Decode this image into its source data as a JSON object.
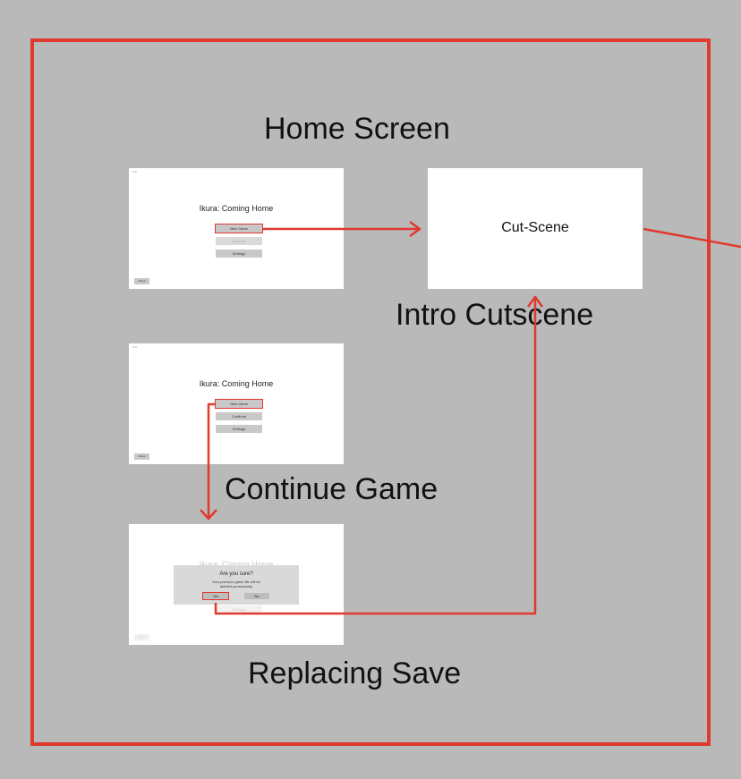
{
  "headings": {
    "home": "Home Screen",
    "intro": "Intro Cutscene",
    "continue": "Continue Game",
    "replace": "Replacing Save"
  },
  "screens": {
    "home": {
      "title": "Ikura: Coming Home",
      "buttons": [
        "New Game",
        "Continue",
        "Settings"
      ],
      "about": "About"
    },
    "cutscene": {
      "label": "Cut-Scene"
    },
    "continue": {
      "title": "Ikura: Coming Home",
      "buttons": [
        "New Game",
        "Continue",
        "Settings"
      ],
      "about": "About"
    },
    "replace": {
      "title": "Ikura: Coming Home",
      "settings": "Settings",
      "about": "About",
      "dialog": {
        "title": "Are you sure?",
        "line1": "Your previous game file will be",
        "line2": "deleted permanently",
        "yes": "Yes",
        "no": "No"
      }
    }
  },
  "colors": {
    "background": "#b9b9b9",
    "accent": "#e0392d",
    "screen": "#ffffff",
    "button": "#c8c8c8"
  }
}
